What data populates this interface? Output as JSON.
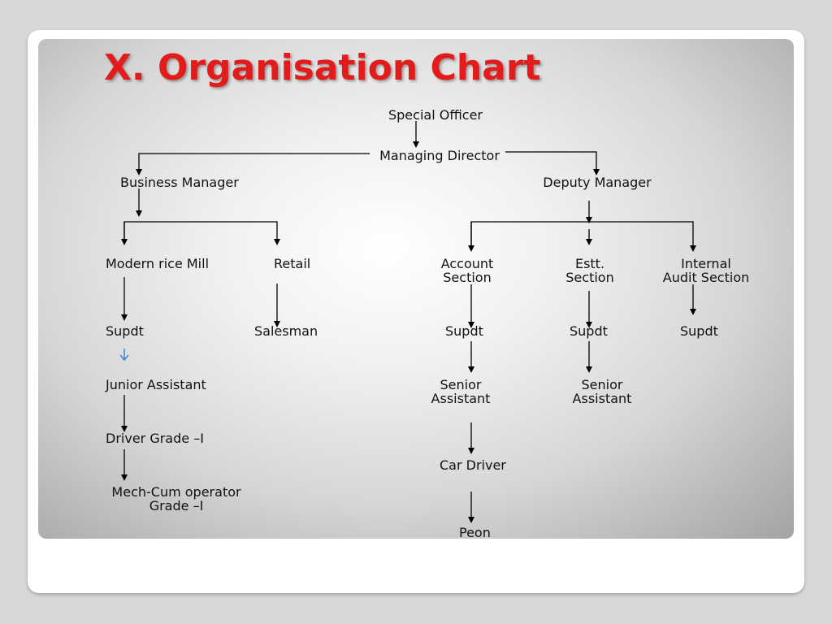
{
  "slide": {
    "title": "X. Organisation Chart"
  },
  "nodes": {
    "special_officer": "Special Officer",
    "managing_director": "Managing Director",
    "business_manager": "Business Manager",
    "deputy_manager": "Deputy Manager",
    "modern_rice_mill": "Modern rice Mill",
    "retail": "Retail",
    "account_section": "Account\nSection",
    "estt_section": "Estt.\nSection",
    "internal_audit_section": "Internal\nAudit Section",
    "supdt_rice_mill": "Supdt",
    "salesman": "Salesman",
    "supdt_account": "Supdt",
    "supdt_estt": "Supdt",
    "supdt_audit": "Supdt",
    "junior_assistant": "Junior Assistant",
    "senior_assistant_account": "Senior\nAssistant",
    "senior_assistant_estt": "Senior\nAssistant",
    "driver_grade_1": "Driver Grade –I",
    "car_driver": "Car Driver",
    "mech_cum_operator": "Mech-Cum operator\nGrade –I",
    "peon": "Peon"
  },
  "colors": {
    "title": "#e31b1b",
    "connector": "#000000",
    "accent_arrow": "#2f7fd6"
  }
}
